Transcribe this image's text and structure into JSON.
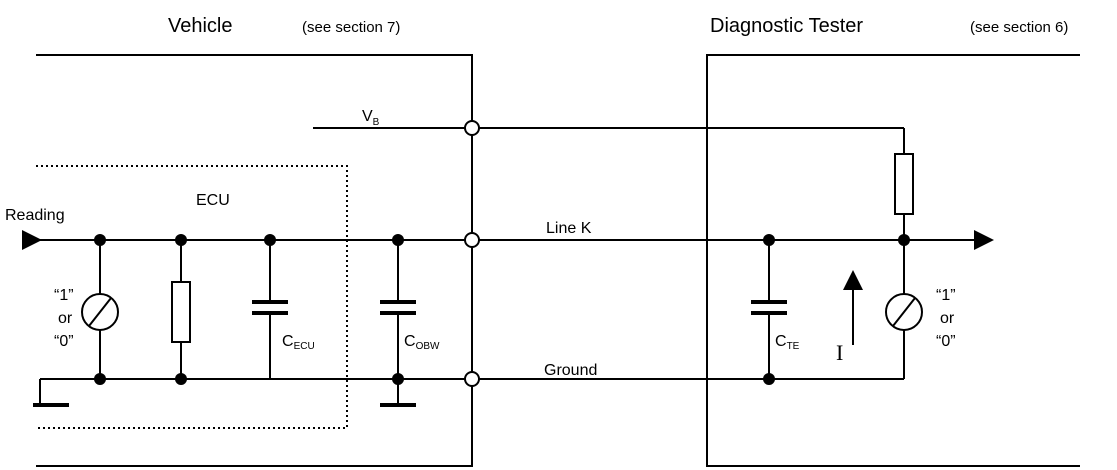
{
  "vehicle": {
    "title": "Vehicle",
    "note": "(see section 7)"
  },
  "tester": {
    "title": "Diagnostic Tester",
    "note": "(see section 6)"
  },
  "ecu": {
    "label": "ECU",
    "reading_label": "Reading"
  },
  "lines": {
    "vb": "V",
    "vb_sub": "B",
    "line_k": "Line K",
    "ground": "Ground"
  },
  "components": {
    "c_ecu": "C",
    "c_ecu_sub": "ECU",
    "c_obw": "C",
    "c_obw_sub": "OBW",
    "c_te": "C",
    "c_te_sub": "TE",
    "current": "I"
  },
  "switch_ecu": {
    "l1": "“1”",
    "l2": "or",
    "l3": "“0”"
  },
  "switch_tester": {
    "l1": "“1”",
    "l2": "or",
    "l3": "“0”"
  }
}
